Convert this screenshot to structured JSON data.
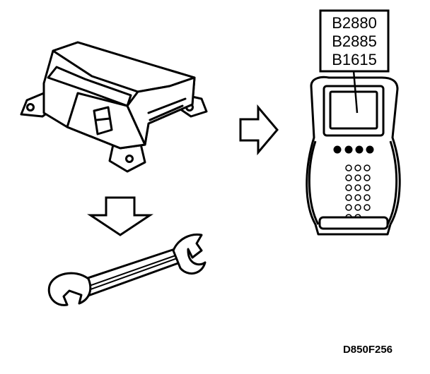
{
  "figure_id": "D850F256",
  "scan_tool_codes": [
    "B2880",
    "B2885",
    "B1615"
  ],
  "icons": {
    "module": "airbag-control-module-icon",
    "arrow_right": "arrow-right-icon",
    "arrow_down": "arrow-down-icon",
    "tool": "wrench-icon",
    "scanner": "scan-tool-icon"
  },
  "colors": {
    "ink": "#000000",
    "paper": "#ffffff"
  }
}
